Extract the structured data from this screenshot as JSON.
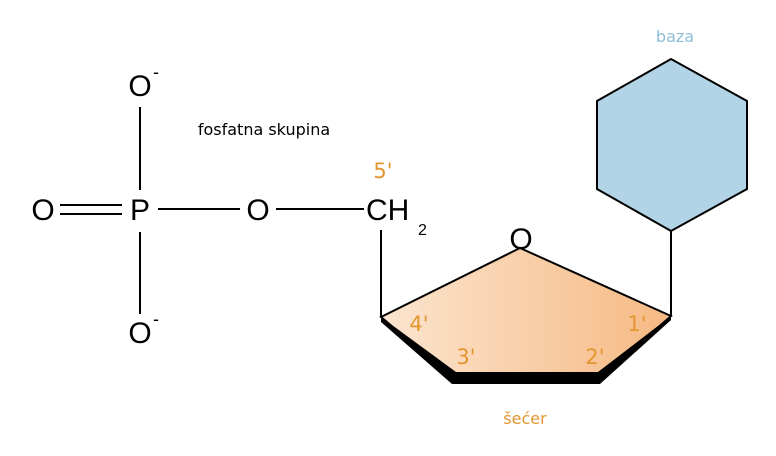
{
  "colors": {
    "base_fill": "#b3d4e6",
    "base_label": "#8ebfd8",
    "sugar_light": "#fbe5cf",
    "sugar_dark": "#f6b983",
    "position_label": "#e3962f",
    "sugar_label": "#e3962f",
    "bond": "#000000"
  },
  "labels": {
    "phosphate_group": "fosfatna skupina",
    "base": "baza",
    "sugar": "šećer"
  },
  "atoms": {
    "oxygen_top": "O",
    "oxygen_bottom": "O",
    "oxygen_double": "O",
    "phosphorus": "P",
    "oxygen_bridge": "O",
    "carbon_ch": "CH",
    "subscript_two": "2",
    "ring_oxygen": "O",
    "charge_top": "-",
    "charge_bottom": "-"
  },
  "carbon_positions": {
    "c5": "5'",
    "c4": "4'",
    "c3": "3'",
    "c2": "2'",
    "c1": "1'"
  },
  "icons": {
    "base": "hexagon-shape",
    "sugar": "pentagon-ring-shape"
  }
}
